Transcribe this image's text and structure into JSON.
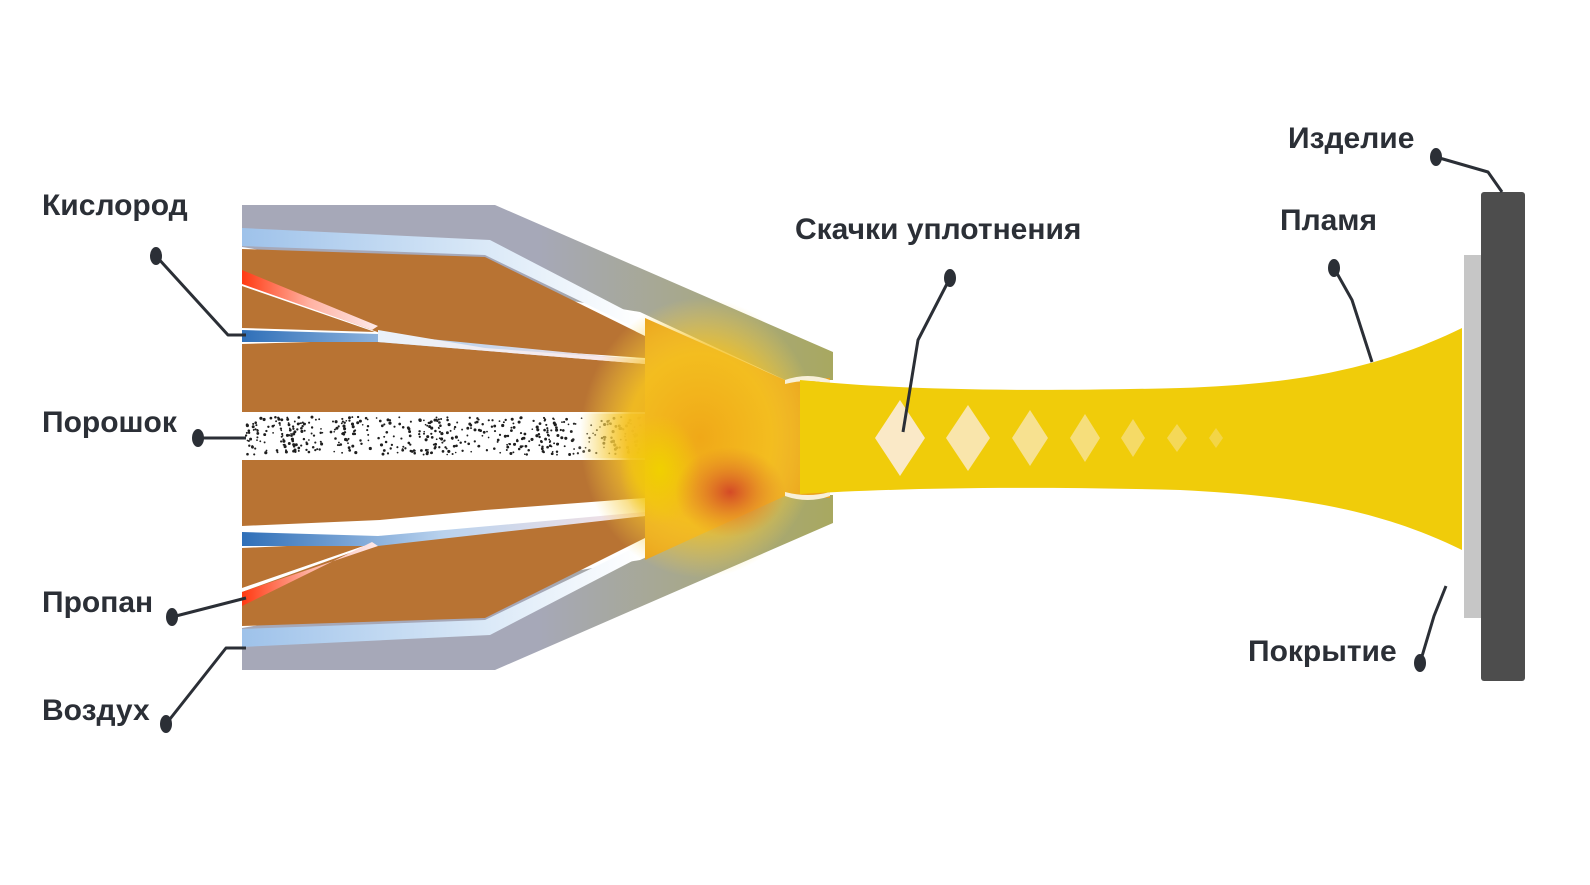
{
  "labels": {
    "oxygen": "Кислород",
    "powder": "Порошок",
    "propane": "Пропан",
    "air": "Воздух",
    "shock_diamonds": "Скачки уплотнения",
    "workpiece": "Изделие",
    "flame": "Пламя",
    "coating": "Покрытие"
  },
  "colors": {
    "nozzle_body": "#b87333",
    "housing": "#a6a8b8",
    "oxygen_gas": "#3a78c2",
    "propane_gas": "#ff3b1a",
    "flame": "#f2cc0a",
    "workpiece": "#4d4d4d",
    "coating": "#c6c6c6",
    "text": "#2b2f36"
  }
}
